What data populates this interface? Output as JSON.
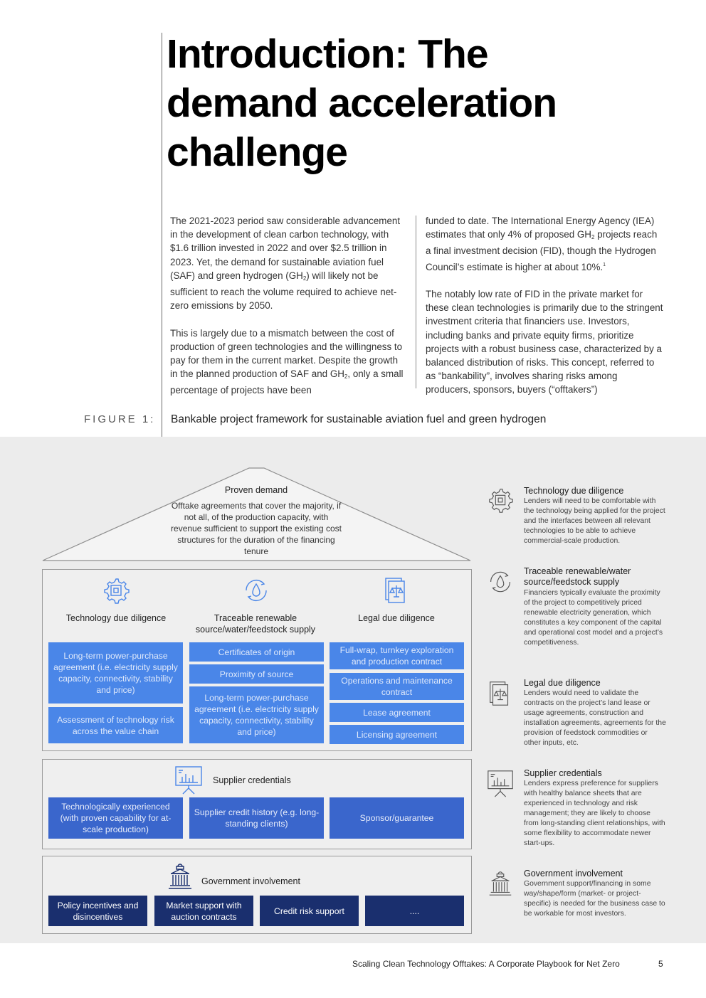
{
  "header": {
    "title_lines": [
      "Introduction: The",
      "demand acceleration",
      "challenge"
    ]
  },
  "body": {
    "left_p1_a": "The 2021-2023 period saw considerable advancement in the development of clean carbon technology, with $1.6 trillion invested in 2022 and over $2.5 trillion in 2023. Yet, the demand for sustainable aviation fuel (SAF) and green hydrogen (GH",
    "left_p1_sub": "2",
    "left_p1_b": ") will likely not be sufficient to reach the volume required to achieve net-zero emissions by 2050.",
    "left_p2_a": "This is largely due to a mismatch between the cost of production of green technologies and the willingness to pay for them in the current market. Despite the growth in the planned production of SAF and GH",
    "left_p2_sub": "2",
    "left_p2_b": ", only a small percentage of projects have been",
    "right_p1_a": "funded to date. The International Energy Agency (IEA) estimates that only 4% of proposed GH",
    "right_p1_sub": "2",
    "right_p1_b": " projects reach a final investment decision (FID), though the Hydrogen Council’s estimate is higher at about 10%.",
    "right_p1_sup": "1",
    "right_p2": "The notably low rate of FID in the private market for these clean technologies is primarily due to the stringent investment criteria that financiers use. Investors, including banks and private equity firms, prioritize projects with a robust business case, characterized by a balanced distribution of risks. This concept, referred to as “bankability”, involves sharing risks among producers, sponsors, buyers (“offtakers”)"
  },
  "figure": {
    "label": "FIGURE 1:",
    "title": "Bankable project framework for sustainable aviation fuel and green hydrogen",
    "roof": {
      "title": "Proven demand",
      "text": "Offtake agreements that cover the majority, if not all, of the production capacity, with revenue sufficient to support the existing cost structures for the duration of the financing tenure"
    },
    "pillars": [
      {
        "title": "Technology due diligence",
        "icon": "chip-gear-icon",
        "cells": [
          "Long-term power-purchase agreement (i.e. electricity supply capacity, connectivity, stability and price)",
          "Assessment of technology risk across the value chain"
        ]
      },
      {
        "title": "Traceable renewable source/water/feedstock supply",
        "icon": "water-cycle-icon",
        "cells": [
          "Certificates of origin",
          "Proximity of source",
          "Long-term power-purchase agreement (i.e. electricity supply capacity, connectivity, stability and price)"
        ]
      },
      {
        "title": "Legal due diligence",
        "icon": "legal-documents-icon",
        "cells": [
          "Full-wrap, turnkey exploration and production contract",
          "Operations and maintenance contract",
          "Lease agreement",
          "Licensing agreement"
        ]
      }
    ],
    "supplier": {
      "title": "Supplier credentials",
      "icon": "presentation-board-icon",
      "cells": [
        "Technologically experienced (with proven capability for at-scale production)",
        "Supplier credit history (e.g. long-standing clients)",
        "Sponsor/guarantee"
      ]
    },
    "government": {
      "title": "Government involvement",
      "icon": "government-building-icon",
      "cells": [
        "Policy incentives and disincentives",
        "Market support with auction contracts",
        "Credit risk support",
        "...."
      ]
    },
    "sidebar": [
      {
        "icon": "chip-gear-icon",
        "title": "Technology due diligence",
        "text": "Lenders will need to be comfortable with the technology being applied for the project and the interfaces between all relevant technologies to be able to achieve commercial-scale production."
      },
      {
        "icon": "water-cycle-icon",
        "title": "Traceable renewable/water source/feedstock supply",
        "text": "Financiers typically evaluate the proximity of the project to competitively priced renewable electricity generation, which constitutes a key component of the capital and operational cost model and a project’s competitiveness."
      },
      {
        "icon": "legal-documents-icon",
        "title": "Legal due diligence",
        "text": "Lenders would need to validate the contracts on the project’s land lease or usage agreements, construction and installation agreements, agreements for the provision of feedstock commodities or other inputs, etc."
      },
      {
        "icon": "presentation-board-icon",
        "title": "Supplier credentials",
        "text": "Lenders express preference for suppliers with healthy balance sheets that are experienced in technology and risk management; they are likely to choose from long-standing client relationships, with some flexibility to accommodate newer start-ups."
      },
      {
        "icon": "government-building-icon",
        "title": "Government involvement",
        "text": "Government support/financing in some way/shape/form (market- or project-specific) is needed for the business case to be workable for most investors."
      }
    ]
  },
  "footer": {
    "text": "Scaling Clean Technology Offtakes: A Corporate Playbook for Net Zero",
    "page": "5"
  },
  "colors": {
    "light_blue": "#4a86e8",
    "mid_blue": "#3a66cc",
    "dark_navy": "#1a2f6e",
    "panel_grey": "#ececec",
    "icon_blue": "#4a86e8"
  }
}
